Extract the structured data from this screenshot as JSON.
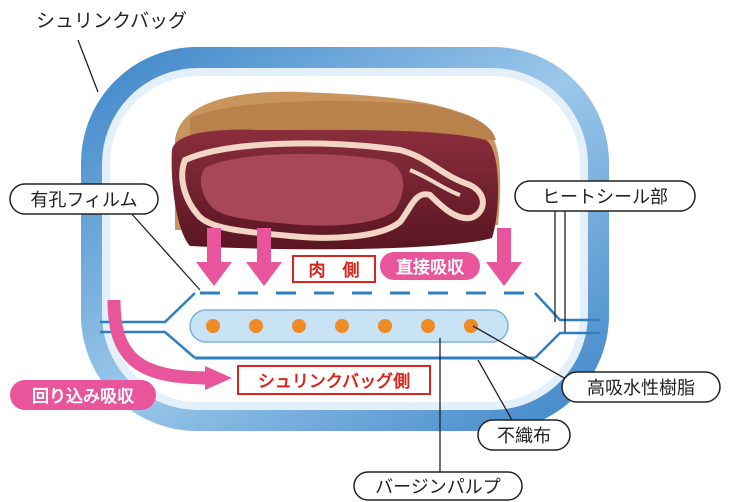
{
  "labels": {
    "shrink_bag": "シュリンクバッグ",
    "perforated_film": "有孔フィルム",
    "heat_seal": "ヒートシール部",
    "meat_side": "肉　側",
    "direct_absorption": "直接吸収",
    "wraparound_absorption": "回り込み吸収",
    "shrink_bag_side": "シュリンクバッグ側",
    "superabsorbent_resin": "高吸水性樹脂",
    "nonwoven": "不織布",
    "virgin_pulp": "バージンパルプ"
  },
  "colors": {
    "bag_blue": "#5b9bd5",
    "bag_light": "#e8f3fb",
    "film_blue": "#2f7fc1",
    "pink": "#e8559a",
    "red_box": "#d9261c",
    "meat_dark": "#6e1f2a",
    "meat_mid": "#a0394d",
    "meat_fat": "#c89660",
    "resin_orange": "#f08a24",
    "pulp_fill": "#c7e3f5"
  },
  "icons": [
    "arrow-down-icon",
    "arrow-right-icon"
  ]
}
